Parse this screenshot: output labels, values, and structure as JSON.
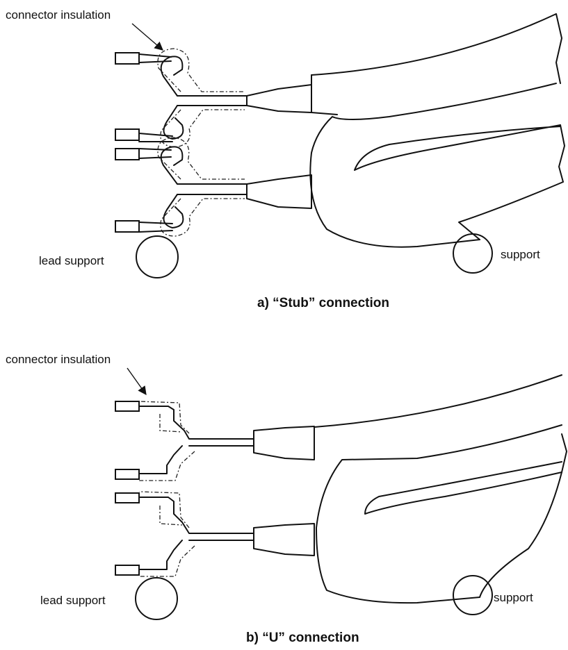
{
  "panel_a": {
    "insulation_label": "connector insulation",
    "lead_support_label": "lead support",
    "support_label": "support",
    "caption": "a) “Stub” connection"
  },
  "panel_b": {
    "insulation_label": "connector insulation",
    "lead_support_label": "lead support",
    "support_label": "support",
    "caption": "b) “U” connection"
  }
}
